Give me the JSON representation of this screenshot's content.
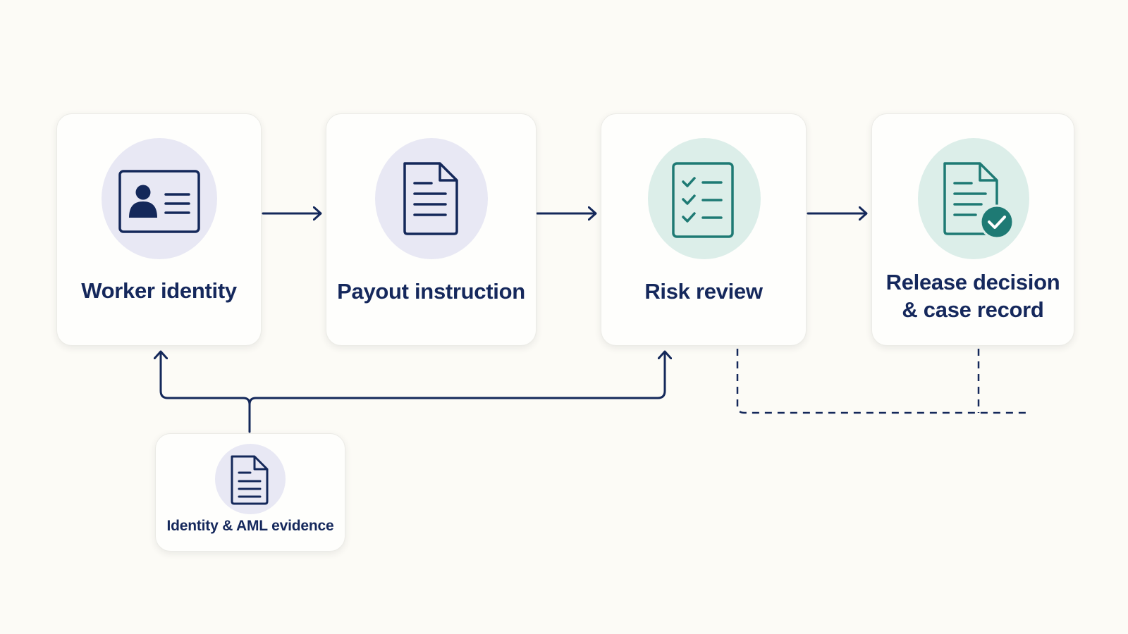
{
  "steps": [
    {
      "label": "Worker identity",
      "icon": "id-card-icon"
    },
    {
      "label": "Payout instruction",
      "icon": "document-icon"
    },
    {
      "label": "Risk review",
      "icon": "checklist-icon"
    },
    {
      "label_lines": [
        "Release decision",
        "& case record"
      ],
      "icon": "document-check-icon"
    }
  ],
  "evidence": {
    "label": "Identity & AML evidence",
    "icon": "document-icon"
  },
  "colors": {
    "background": "#fcfbf6",
    "navy": "#14285a",
    "teal": "#1e7a74",
    "lavender_circle": "#e8e8f4",
    "mint_circle": "#dceee9"
  }
}
